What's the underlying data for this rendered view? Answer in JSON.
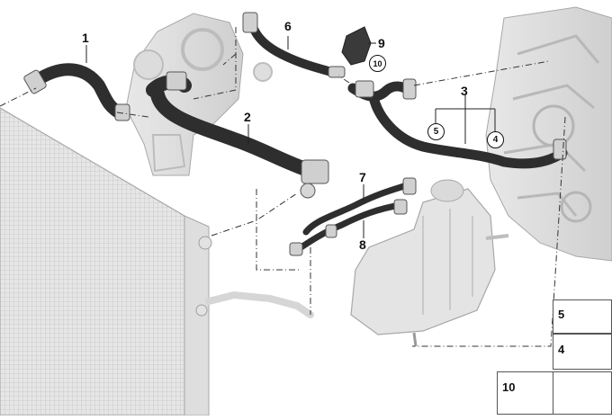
{
  "callouts": {
    "c1": "1",
    "c2": "2",
    "c3": "3",
    "c4": "4",
    "c5": "5",
    "c6": "6",
    "c7": "7",
    "c8": "8",
    "c9": "9",
    "c10": "10"
  },
  "legend": {
    "item5": "5",
    "item4": "4",
    "item10": "10"
  },
  "colors": {
    "hose": "#2e2e2e",
    "part_gray": "#d9d9d9",
    "outline": "#9a9a9a",
    "leader": "#222222"
  }
}
